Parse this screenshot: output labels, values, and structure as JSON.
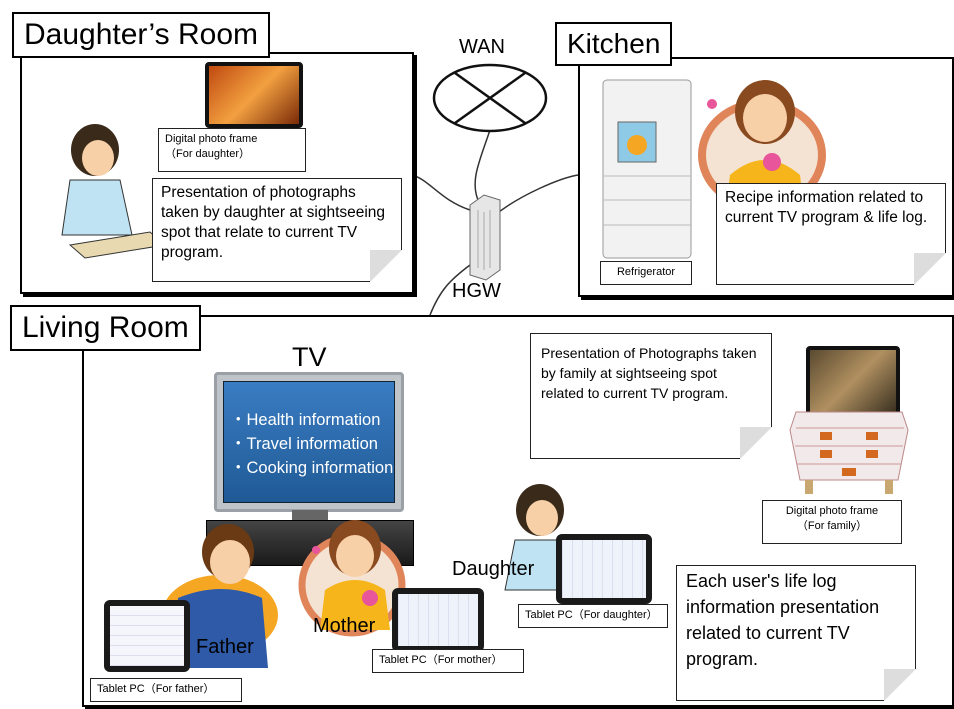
{
  "rooms": {
    "daughters_room": "Daughter’s Room",
    "kitchen": "Kitchen",
    "living_room": "Living Room"
  },
  "network": {
    "wan": "WAN",
    "hgw": "HGW"
  },
  "daughters_room": {
    "device_label_line1": "Digital photo frame",
    "device_label_line2": "（For daughter）",
    "note": "Presentation of photographs taken by daughter at sightseeing spot that relate to current TV program."
  },
  "kitchen": {
    "device_label": "Refrigerator",
    "note": "Recipe information related to current TV program & life log."
  },
  "living_room": {
    "tv_title": "TV",
    "tv_items": [
      "・Health information",
      "・Travel information",
      "・Cooking information"
    ],
    "family_note": "Presentation of Photographs taken by family at sightseeing spot related to current TV program.",
    "family_frame_line1": "Digital photo  frame",
    "family_frame_line2": "（For family）",
    "people": {
      "father": "Father",
      "mother": "Mother",
      "daughter": "Daughter"
    },
    "tablets": {
      "daughter": "Tablet PC（For daughter）",
      "mother": "Tablet PC（For mother）",
      "father": "Tablet PC（For father）"
    },
    "lifelog_note": "Each user's life log information presentation related to current TV program."
  },
  "colors": {
    "tv_screen": "#2f6fb0",
    "tv_text": "#ffffff",
    "accent_orange": "#f5a623",
    "skin": "#f8d0a8"
  }
}
